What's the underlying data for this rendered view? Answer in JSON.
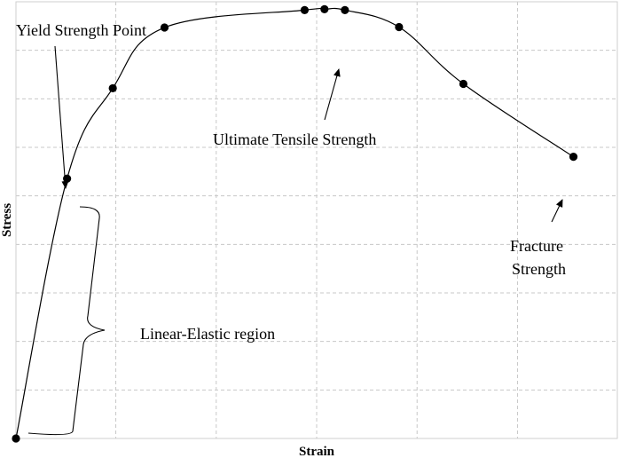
{
  "chart_data": {
    "type": "line",
    "title": "",
    "xlabel": "Strain",
    "ylabel": "Stress",
    "xlim": [
      0,
      1
    ],
    "ylim": [
      0,
      1
    ],
    "grid": true,
    "series": [
      {
        "points": [
          {
            "x": 0.0,
            "y": 0.0
          },
          {
            "x": 0.085,
            "y": 0.595
          },
          {
            "x": 0.161,
            "y": 0.802
          },
          {
            "x": 0.247,
            "y": 0.941
          },
          {
            "x": 0.48,
            "y": 0.981
          },
          {
            "x": 0.513,
            "y": 0.983
          },
          {
            "x": 0.547,
            "y": 0.981
          },
          {
            "x": 0.637,
            "y": 0.942
          },
          {
            "x": 0.744,
            "y": 0.812
          },
          {
            "x": 0.927,
            "y": 0.645
          }
        ]
      }
    ],
    "annotations": [
      {
        "id": "yield",
        "lines": [
          "Yield Strength Point"
        ],
        "point_index": 1
      },
      {
        "id": "ultimate",
        "lines": [
          "Ultimate Tensile Strength"
        ],
        "point_index": 6
      },
      {
        "id": "fracture",
        "lines": [
          "Fracture",
          "Strength"
        ],
        "point_index": 9
      },
      {
        "id": "linear",
        "lines": [
          "Linear-Elastic region"
        ],
        "range": [
          0,
          1
        ]
      }
    ]
  }
}
